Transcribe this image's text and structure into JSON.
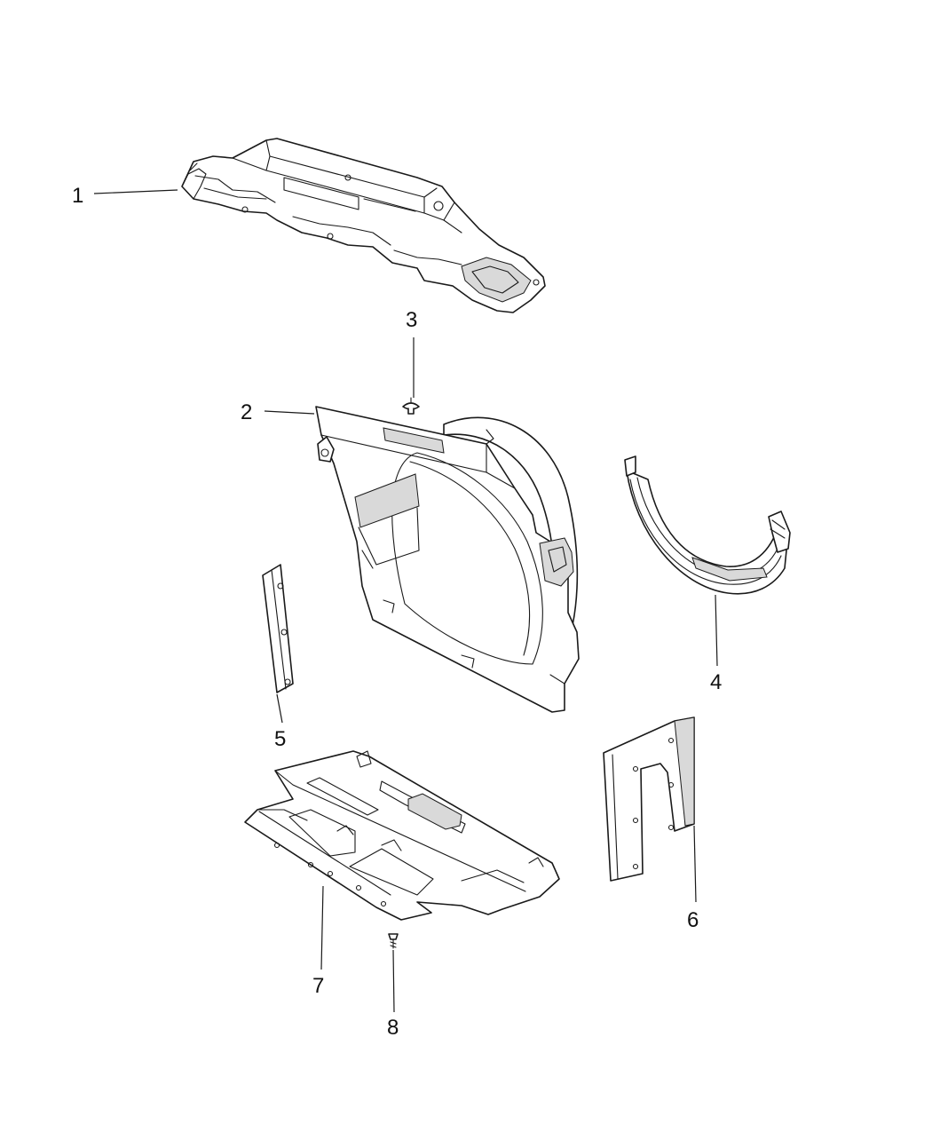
{
  "diagram": {
    "callouts": [
      {
        "id": 1,
        "label": "1"
      },
      {
        "id": 2,
        "label": "2"
      },
      {
        "id": 3,
        "label": "3"
      },
      {
        "id": 4,
        "label": "4"
      },
      {
        "id": 5,
        "label": "5"
      },
      {
        "id": 6,
        "label": "6"
      },
      {
        "id": 7,
        "label": "7"
      },
      {
        "id": 8,
        "label": "8"
      }
    ]
  }
}
